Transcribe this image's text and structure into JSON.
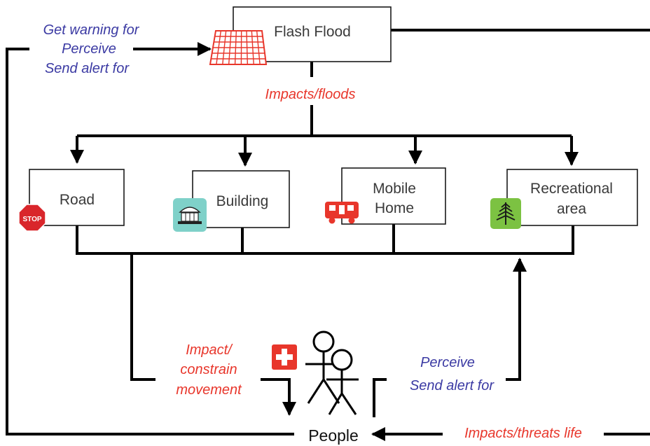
{
  "nodes": {
    "flash_flood": "Flash Flood",
    "road": "Road",
    "building": "Building",
    "mobile_home_line1": "Mobile",
    "mobile_home_line2": "Home",
    "recreational_line1": "Recreational",
    "recreational_line2": "area",
    "people": "People"
  },
  "edge_labels": {
    "warning_line1": "Get warning for",
    "warning_line2": "Perceive",
    "warning_line3": "Send alert for",
    "impacts_floods": "Impacts/floods",
    "impact_line1": "Impact/",
    "impact_line2": "constrain",
    "impact_line3": "movement",
    "perceive_line1": "Perceive",
    "perceive_line2": "Send alert for",
    "threats_life": "Impacts/threats life"
  },
  "icons": {
    "stop_sign_text": "STOP",
    "stop_sign": "stop-sign-icon",
    "building": "shelter-icon",
    "mobile_home": "trailer-icon",
    "recreational": "tree-icon",
    "first_aid": "first-aid-icon",
    "people": "stick-figures-icon",
    "flood_grid": "grid-icon"
  },
  "colors": {
    "blue_label": "#3b3aa3",
    "red_label": "#e8362b",
    "stop_red": "#d9262b",
    "building_teal": "#7fd1c9",
    "tree_green": "#7cc242"
  }
}
